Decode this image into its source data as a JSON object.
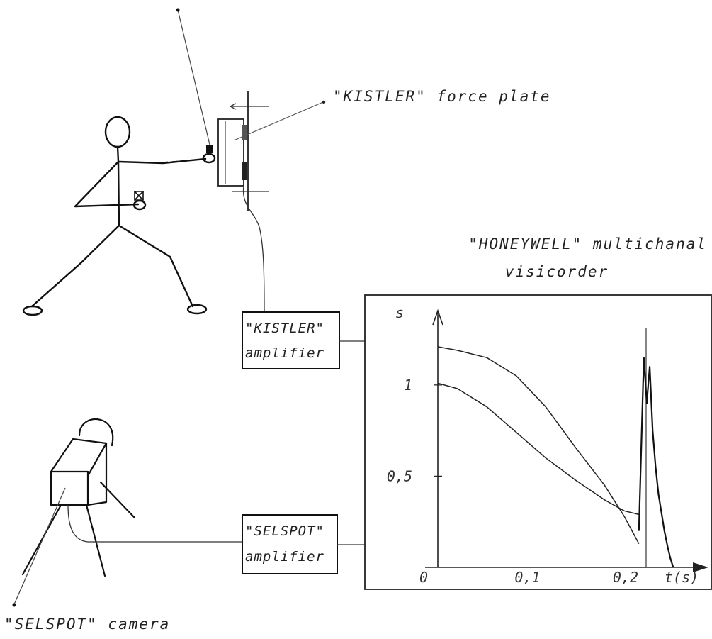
{
  "labels": {
    "force_plate": "\"KISTLER\" force plate",
    "visicorder_line1": "\"HONEYWELL\" multichanal",
    "visicorder_line2": "visicorder",
    "kistler_amp_line1": "\"KISTLER\"",
    "kistler_amp_line2": "amplifier",
    "selspot_amp_line1": "\"SELSPOT\"",
    "selspot_amp_line2": "amplifier",
    "camera": "\"SELSPOT\" camera"
  },
  "chart_data": {
    "type": "line",
    "ylabel": "s",
    "xlabel": "t(s)",
    "x_ticks": [
      "0",
      "0,1",
      "0,2"
    ],
    "y_ticks": [
      "0,5",
      "1"
    ],
    "xlim": [
      0,
      0.26
    ],
    "ylim": [
      0,
      1.4
    ],
    "series": [
      {
        "x": [
          0,
          0.02,
          0.05,
          0.08,
          0.11,
          0.14,
          0.17,
          0.19,
          0.205
        ],
        "values": [
          1.21,
          1.19,
          1.15,
          1.05,
          0.88,
          0.66,
          0.45,
          0.28,
          0.13
        ]
      },
      {
        "x": [
          0,
          0.02,
          0.05,
          0.08,
          0.11,
          0.14,
          0.17,
          0.19,
          0.205
        ],
        "values": [
          1.01,
          0.98,
          0.88,
          0.74,
          0.6,
          0.48,
          0.37,
          0.31,
          0.29
        ]
      },
      {
        "x": [
          0.205,
          0.21,
          0.213,
          0.216,
          0.219,
          0.222,
          0.225,
          0.228,
          0.231,
          0.234,
          0.237,
          0.24
        ],
        "values": [
          0.2,
          1.15,
          0.9,
          1.1,
          0.75,
          0.55,
          0.4,
          0.3,
          0.2,
          0.12,
          0.05,
          0.0
        ]
      }
    ]
  }
}
